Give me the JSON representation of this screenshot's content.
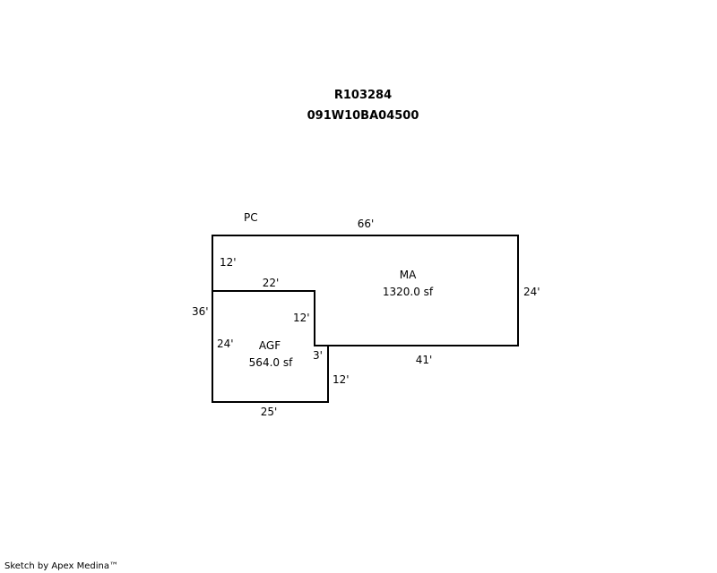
{
  "header": {
    "account": "R103284",
    "map_taxlot": "091W10BA04500"
  },
  "areas": [
    {
      "code": "MA",
      "area": "1320.0 sf"
    },
    {
      "code": "AGF",
      "area": "564.0 sf"
    }
  ],
  "labels": {
    "pc": "PC"
  },
  "dimensions": {
    "top": "66'",
    "right": "24'",
    "ma_bottom": "41'",
    "left_total": "36'",
    "left_upper": "12'",
    "agf_top": "22'",
    "inner_vertical": "12'",
    "agf_left": "24'",
    "offset": "3'",
    "agf_right": "12'",
    "agf_bottom": "25'"
  },
  "footer": "Sketch by Apex Medina™"
}
